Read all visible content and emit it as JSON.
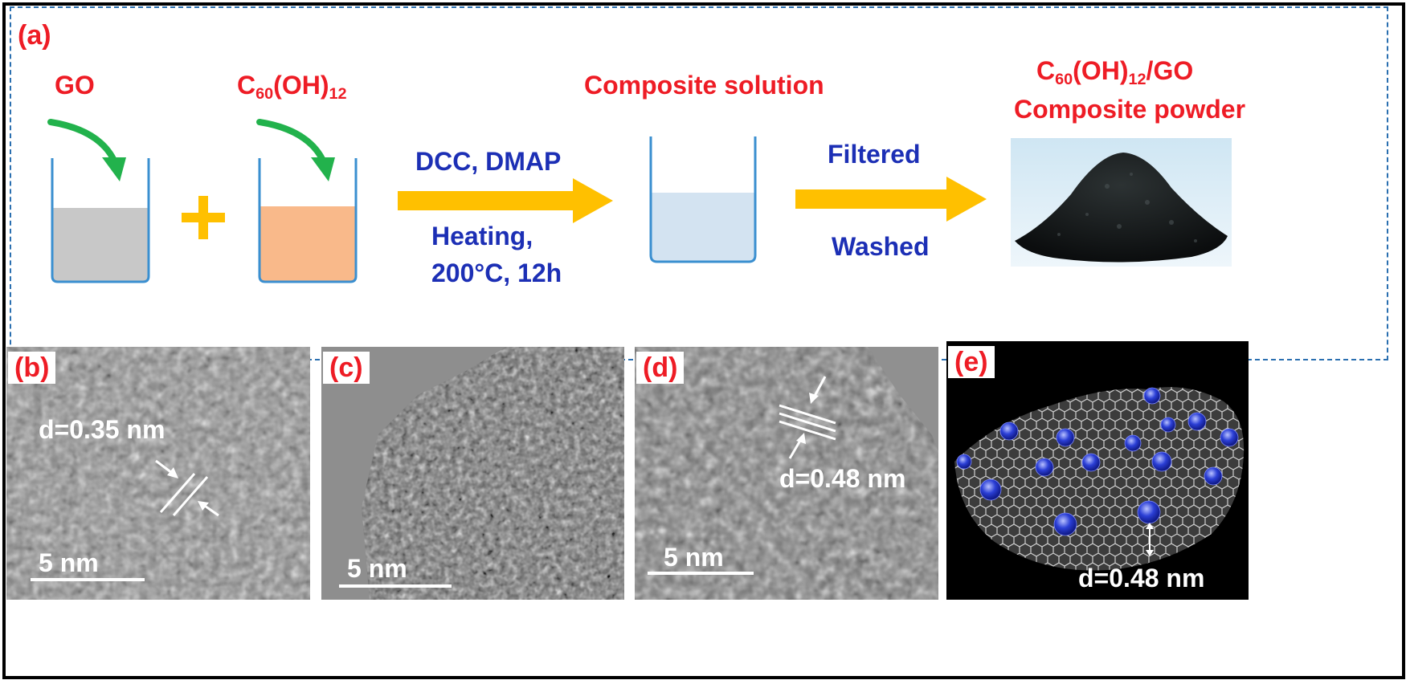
{
  "panel_a": {
    "label": "(a)",
    "go_label": "GO",
    "c60_label": {
      "base": "C",
      "sub1": "60",
      "mid": "(OH)",
      "sub2": "12"
    },
    "plus": "+",
    "reagents": "DCC, DMAP",
    "conditions_line1": "Heating,",
    "conditions_line2": "200°C, 12h",
    "composite_solution": "Composite solution",
    "filtered": "Filtered",
    "washed": "Washed",
    "product_line1": {
      "base": "C",
      "sub1": "60",
      "mid": "(OH)",
      "sub2": "12",
      "tail": "/GO"
    },
    "product_line2": "Composite powder"
  },
  "panel_b": {
    "label": "(b)",
    "spacing": "d=0.35 nm",
    "scale": "5 nm"
  },
  "panel_c": {
    "label": "(c)",
    "scale": "5 nm"
  },
  "panel_d": {
    "label": "(d)",
    "spacing": "d=0.48 nm",
    "scale": "5 nm"
  },
  "panel_e": {
    "label": "(e)",
    "spacing": "d=0.48 nm"
  },
  "colors": {
    "label_red": "#ee1c25",
    "text_blue": "#1c2fb5",
    "arrow_yellow": "#ffc000",
    "curved_arrow_green": "#22b24c",
    "go_liquid": "#c8c8c8",
    "c60_liquid": "#f9b98a",
    "composite_liquid": "#d3e3f1",
    "beaker_outline": "#3a8fd0",
    "molecule_blue": "#2b3fd6",
    "dashed_border": "#2a6fb0"
  },
  "icons": [
    "curved-arrow-icon",
    "beaker-icon",
    "plus-icon",
    "reaction-arrow-icon",
    "powder-pile-image",
    "graphene-sheet-model"
  ]
}
